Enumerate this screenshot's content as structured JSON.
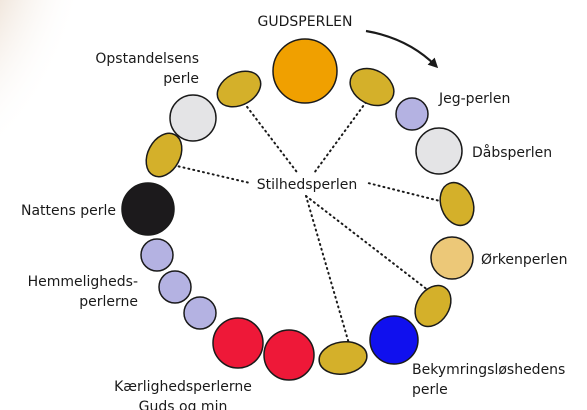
{
  "title": "GUDSPERLEN",
  "center_label": "Stilhedsperlen",
  "labels": {
    "opstandelsens_line1": "Opstandelsens",
    "opstandelsens_line2": "perle",
    "jeg": "Jeg-perlen",
    "daab": "Dåbsperlen",
    "nattens": "Nattens perle",
    "oerken": "Ørkenperlen",
    "hemmeligheds_line1": "Hemmeligheds-",
    "hemmeligheds_line2": "perlerne",
    "bekymring_line1": "Bekymringsløshedens",
    "bekymring_line2": "perle",
    "kaerligheds_line1": "Kærlighedsperlerne",
    "kaerligheds_line2": "Guds og min"
  },
  "colors": {
    "gold_pearl": "#f0a000",
    "silence_pearl": "#d4b02a",
    "white_pearl": "#e4e4e6",
    "lavender_pearl": "#b4b2e2",
    "night_pearl": "#1c1a1c",
    "desert_pearl": "#ecc878",
    "love_pearl": "#ee1838",
    "worry_pearl": "#1010ee",
    "outline": "#1a1a1a"
  }
}
